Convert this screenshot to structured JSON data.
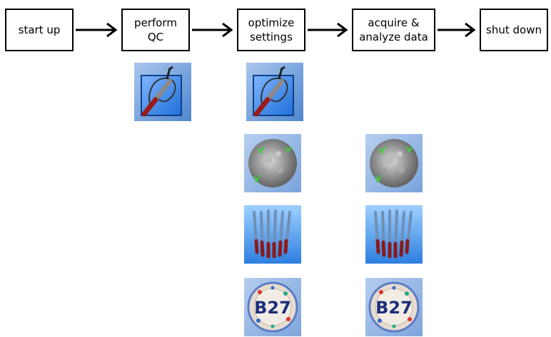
{
  "steps": [
    {
      "id": "start_up",
      "label": "start up"
    },
    {
      "id": "perform_qc",
      "label": "perform\nQC"
    },
    {
      "id": "optimize_settings",
      "label": "optimize\nsettings"
    },
    {
      "id": "acquire_analyze",
      "label": "acquire &\nanalyze data"
    },
    {
      "id": "shut_down",
      "label": "shut down"
    }
  ],
  "icons": {
    "perform_qc": [
      "tube-loop-icon"
    ],
    "optimize_settings": [
      "tube-loop-icon",
      "cell-plot-icon",
      "tube-rack-icon",
      "b27-badge-icon"
    ],
    "acquire_analyze": [
      "cell-plot-icon",
      "tube-rack-icon",
      "b27-badge-icon"
    ]
  },
  "badge_text": "B27"
}
